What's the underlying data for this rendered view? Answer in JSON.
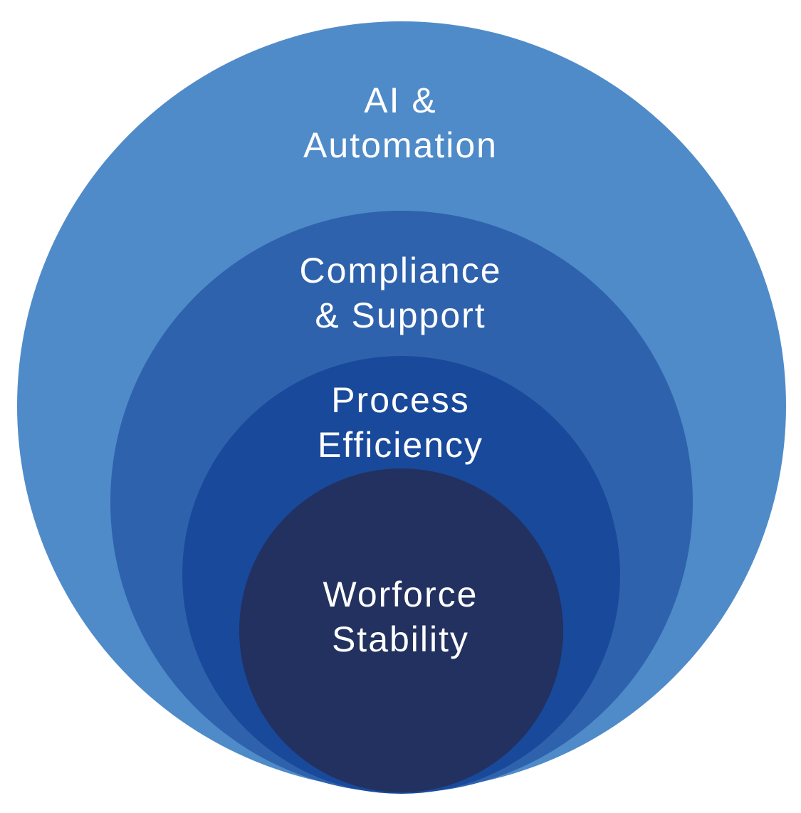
{
  "diagram": {
    "type": "nested-circles",
    "text_color": "#ffffff",
    "background_color": "#ffffff",
    "rings": [
      {
        "id": "ai-automation",
        "lines": [
          "AI &",
          "Automation"
        ],
        "color": "#4f8bc9"
      },
      {
        "id": "compliance-support",
        "lines": [
          "Compliance",
          "& Support"
        ],
        "color": "#2f62ad"
      },
      {
        "id": "process-efficiency",
        "lines": [
          "Process",
          "Efficiency"
        ],
        "color": "#19499b"
      },
      {
        "id": "workforce-stability",
        "lines": [
          "Worforce",
          "Stability"
        ],
        "color": "#22315f"
      }
    ]
  }
}
